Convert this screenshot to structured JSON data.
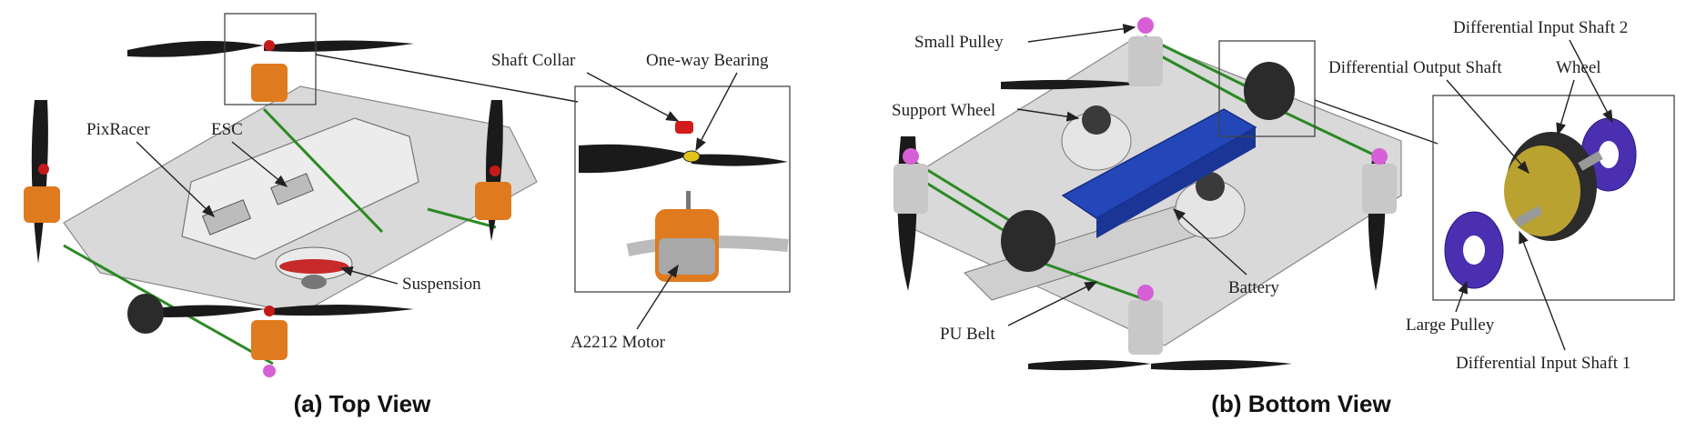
{
  "panel_a": {
    "caption": "(a) Top View",
    "labels": {
      "shaft_collar": "Shaft Collar",
      "one_way_bearing": "One-way Bearing",
      "pixracer": "PixRacer",
      "esc": "ESC",
      "suspension": "Suspension",
      "motor": "A2212 Motor"
    }
  },
  "panel_b": {
    "caption": "(b) Bottom View",
    "labels": {
      "small_pulley": "Small Pulley",
      "diff_input_2": "Differential Input Shaft 2",
      "diff_output": "Differential Output Shaft",
      "wheel": "Wheel",
      "support_wheel": "Support Wheel",
      "battery": "Battery",
      "pu_belt": "PU Belt",
      "large_pulley": "Large Pulley",
      "diff_input_1": "Differential Input Shaft 1"
    }
  },
  "colors": {
    "motor": "#e07a1f",
    "belt": "#2a8a23",
    "battery": "#2346b8",
    "pulley": "#4a2fb0",
    "collar": "#d21c1c",
    "small_pulley": "#d65fd6"
  }
}
